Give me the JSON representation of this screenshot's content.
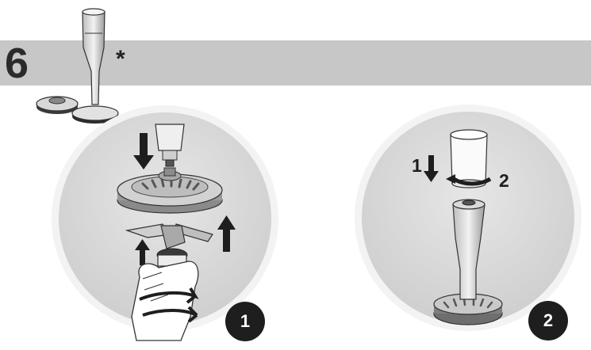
{
  "step": {
    "number": "6",
    "footnote_mark": "*"
  },
  "panels": [
    {
      "badge": "1"
    },
    {
      "badge": "2",
      "arrow_labels": [
        "1",
        "2"
      ]
    }
  ],
  "colors": {
    "banner": "#c7c7c7",
    "badge": "#1e1e1e",
    "circle": "#d7d7d7"
  }
}
